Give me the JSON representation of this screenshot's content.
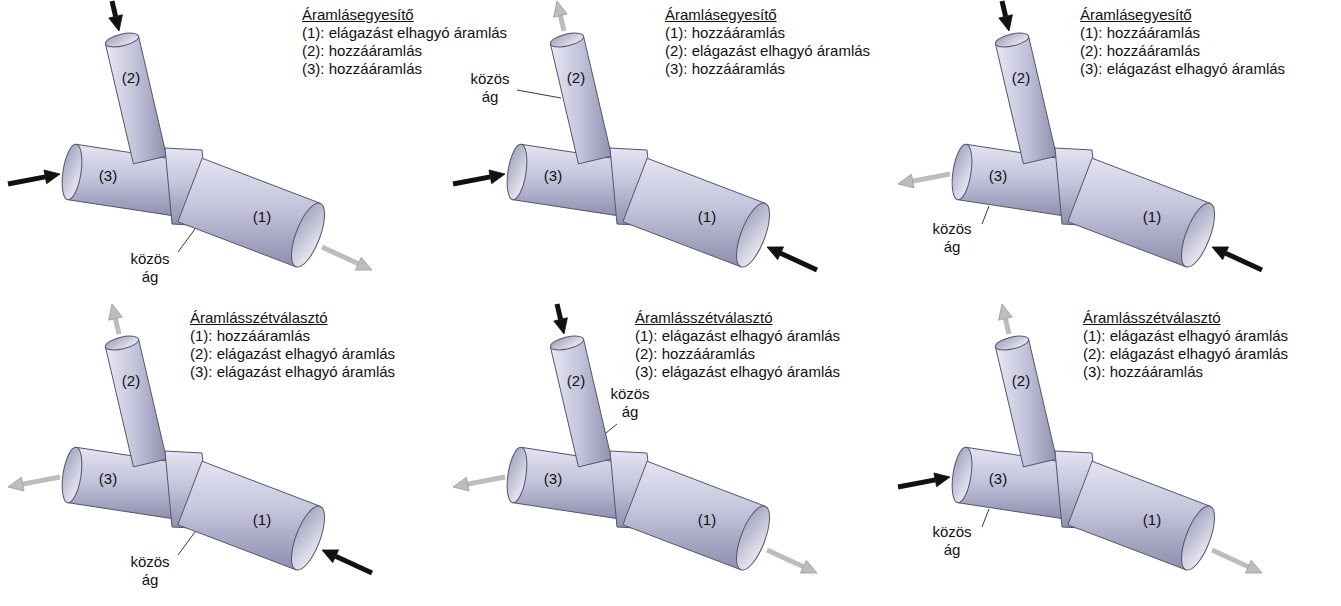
{
  "diagram": {
    "labels": [
      "Áramlásegyesítő",
      "(1): elágazást elhagyó áramlás",
      "(2): hozzááramlás",
      "(3): hozzááramlás",
      "(2)",
      "(3)",
      "(1)",
      "közös ág",
      "Áramlásegyesítő",
      "(1): hozzááramlás",
      "(2): elágazást elhagyó áramlás",
      "(3): hozzááramlás",
      "(2)",
      "(3)",
      "(1)",
      "közös ág",
      "Áramlásegyesítő",
      "(1): hozzááramlás",
      "(2): hozzááramlás",
      "(3): elágazást elhagyó áramlás",
      "(2)",
      "(3)",
      "(1)",
      "közös ág",
      "Áramlásszétválasztó",
      "(1): hozzááramlás",
      "(2): elágazást elhagyó áramlás",
      "(3): elágazást elhagyó áramlás",
      "(2)",
      "(3)",
      "(1)",
      "közös ág",
      "Áramlásszétválasztó",
      "(1): elágazást elhagyó áramlás",
      "(2): hozzááramlás",
      "(3): elágazást elhagyó áramlás",
      "(2)",
      "(3)",
      "(1)",
      "közös ág",
      "Áramlásszétválasztó",
      "(1): elágazást elhagyó áramlás",
      "(2): elágazást elhagyó áramlás",
      "(3): hozzááramlás",
      "(2)",
      "(3)",
      "(1)",
      "közös ág"
    ]
  }
}
